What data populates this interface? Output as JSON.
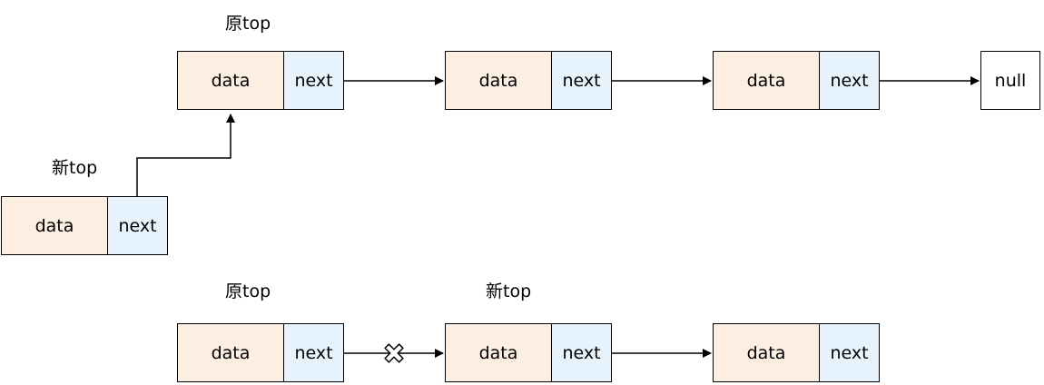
{
  "colors": {
    "data_fill": "#fdeee2",
    "next_fill": "#e6f3fd",
    "null_fill": "#ffffff",
    "stroke": "#000000"
  },
  "top_diagram": {
    "label_old_top": "原top",
    "label_new_top": "新top",
    "nodes": [
      {
        "data": "data",
        "next": "next"
      },
      {
        "data": "data",
        "next": "next"
      },
      {
        "data": "data",
        "next": "next"
      }
    ],
    "null_node": "null",
    "new_node": {
      "data": "data",
      "next": "next"
    }
  },
  "bottom_diagram": {
    "label_old_top": "原top",
    "label_new_top": "新top",
    "nodes": [
      {
        "data": "data",
        "next": "next"
      },
      {
        "data": "data",
        "next": "next"
      },
      {
        "data": "data",
        "next": "next"
      }
    ],
    "broken_link_icon": "cross-icon"
  }
}
